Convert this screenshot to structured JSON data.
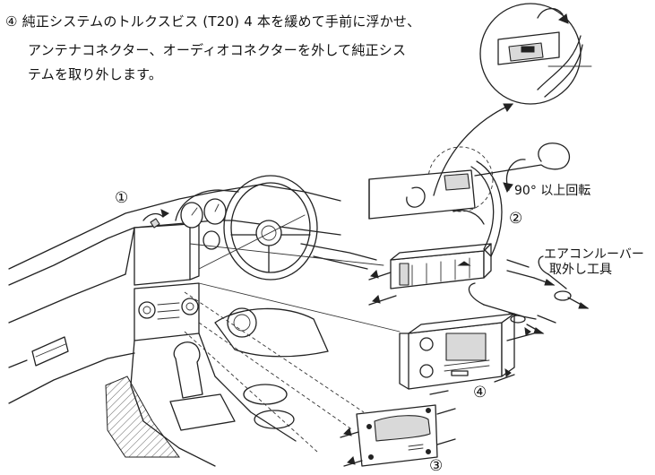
{
  "instruction": {
    "line1": "④ 純正システムのトルクスビス (T20) 4 本を緩めて手前に浮かせ、",
    "line2": "アンテナコネクター、オーディオコネクターを外して純正シス",
    "line3": "テムを取り外します。"
  },
  "labels": {
    "step1": "①",
    "step2": "②",
    "step3": "③",
    "step4": "④",
    "rotation": "90° 以上回転",
    "tool_line1": "エアコンルーバー",
    "tool_line2": "取外し工具"
  }
}
